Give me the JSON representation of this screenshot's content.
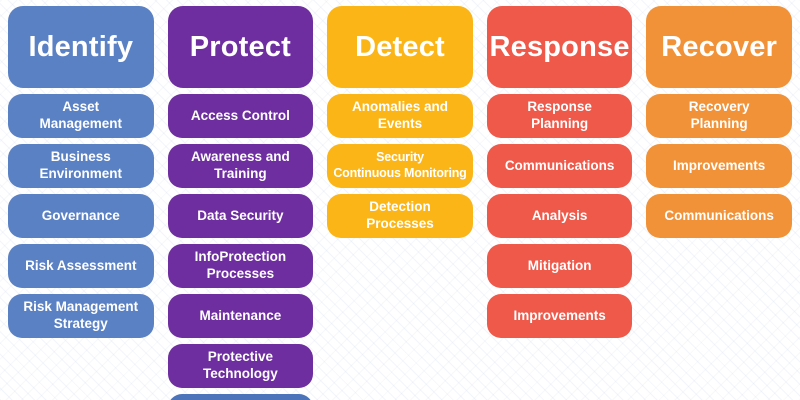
{
  "framework": {
    "text_color": "#ffffff",
    "background_color": "#ffffff",
    "columns": [
      {
        "label": "Identify",
        "color": "#5b81c5",
        "items": [
          "Asset\nManagement",
          "Business\nEnvironment",
          "Governance",
          "Risk Assessment",
          "Risk Management\nStrategy"
        ]
      },
      {
        "label": "Protect",
        "color": "#6e2e9f",
        "items": [
          "Access Control",
          "Awareness and\nTraining",
          "Data Security",
          "InfoProtection\nProcesses",
          "Maintenance",
          "Protective\nTechnology"
        ]
      },
      {
        "label": "Detect",
        "color": "#fbb516",
        "items": [
          "Anomalies and\nEvents",
          "Security\nContinuous Monitoring",
          "Detection\nProcesses"
        ]
      },
      {
        "label": "Response",
        "color": "#ee594a",
        "items": [
          "Response\nPlanning",
          "Communications",
          "Analysis",
          "Mitigation",
          "Improvements"
        ]
      },
      {
        "label": "Recover",
        "color": "#f19238",
        "items": [
          "Recovery\nPlanning",
          "Improvements",
          "Communications"
        ]
      }
    ],
    "cropped_bottom_box_color": "#4c74ba"
  }
}
